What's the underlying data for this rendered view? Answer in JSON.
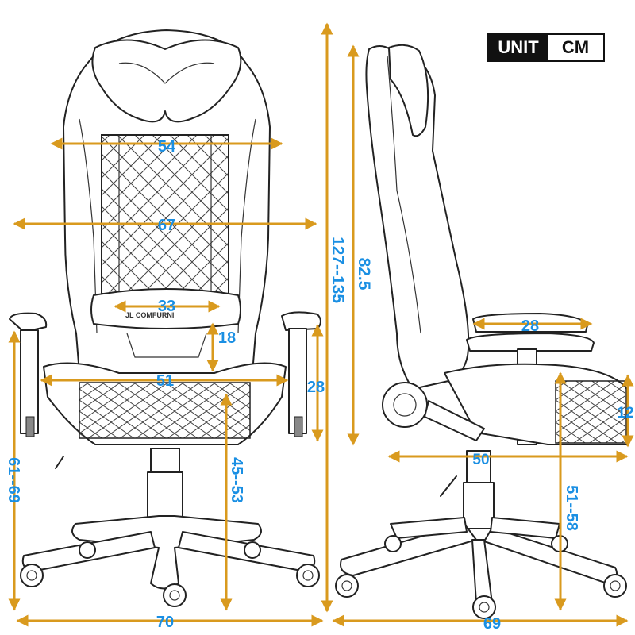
{
  "unit": {
    "label": "UNIT",
    "value": "CM"
  },
  "front_view": {
    "logo_text": "JL COMFURNI",
    "dimensions": {
      "headrest_width": "54",
      "back_width": "67",
      "lumbar_width": "33",
      "lumbar_height": "18",
      "seat_width": "51",
      "armrest_height": "28",
      "total_height": "127--135",
      "arm_floor_height": "61--69",
      "seat_floor_height": "45--53",
      "base_width": "70"
    }
  },
  "side_view": {
    "dimensions": {
      "back_height": "82.5",
      "arm_depth": "28",
      "seat_thickness": "12",
      "seat_depth": "50",
      "seat_floor_height": "51--58",
      "base_depth": "69"
    }
  },
  "colors": {
    "dimension_line": "#d99a1e",
    "dimension_text": "#1a8fe3",
    "sketch": "#222222"
  }
}
